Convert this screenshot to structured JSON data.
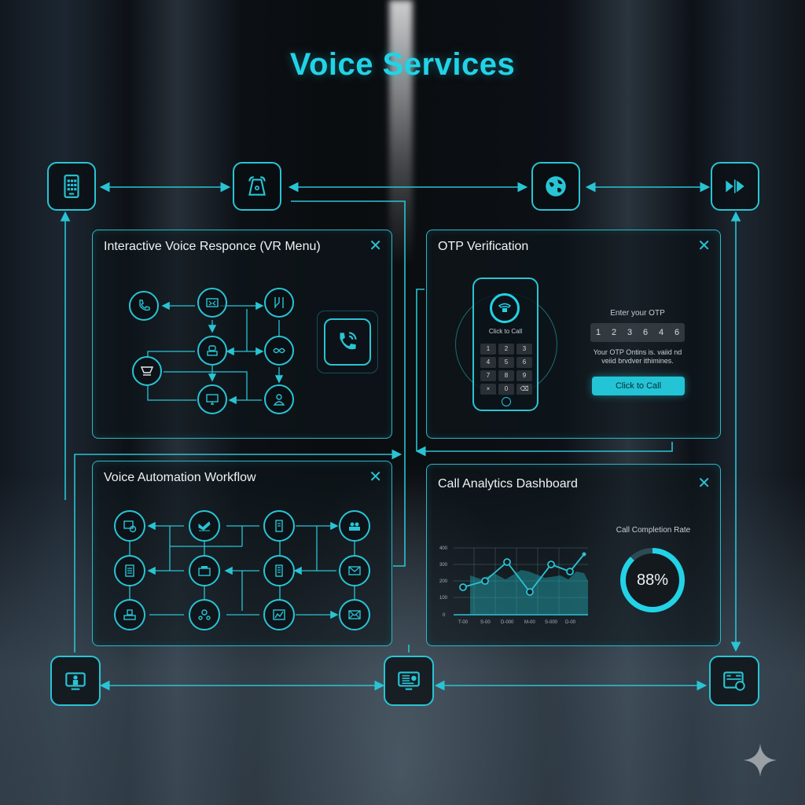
{
  "page": {
    "title": "Voice Services",
    "accent_color": "#22d3e6",
    "border_color": "#29c4d4"
  },
  "top_nodes": [
    {
      "icon": "keypad-phone-icon"
    },
    {
      "icon": "desk-phone-icon"
    },
    {
      "icon": "globe-icon"
    },
    {
      "icon": "fast-forward-icon"
    }
  ],
  "bottom_nodes": [
    {
      "icon": "monitor-agent-icon"
    },
    {
      "icon": "monitor-dashboard-icon"
    },
    {
      "icon": "billing-card-icon"
    }
  ],
  "panels": {
    "ivr": {
      "title": "Interactive Voice Responce (VR Menu)",
      "close_label": "✕",
      "nodes": [
        "phone-call-icon",
        "message-icon",
        "branch-icon",
        "robot-icon",
        "loop-icon",
        "cart-icon",
        "monitor-icon",
        "user-icon"
      ],
      "feature_icon": "phone-ringing-icon"
    },
    "otp": {
      "title": "OTP Verification",
      "close_label": "✕",
      "phone_label": "Click to Call",
      "keypad": [
        "1",
        "2",
        "3",
        "4",
        "5",
        "6",
        "7",
        "8",
        "9",
        "×",
        "0",
        "⌫"
      ],
      "prompt": "Enter your OTP",
      "otp_digits": [
        "1",
        "2",
        "3",
        "6",
        "4",
        "6"
      ],
      "validity_line1": "Your OTP Ontins is. vaiid nd",
      "validity_line2": "veiid brvdver ithimines.",
      "button_label": "Click to Call"
    },
    "workflow": {
      "title": "Voice Automation Workflow",
      "close_label": "✕",
      "nodes": [
        "form-icon",
        "handshake-icon",
        "document-icon",
        "team-icon",
        "list-icon",
        "inbox-icon",
        "file-icon",
        "mail-icon",
        "storefront-icon",
        "connect-icon",
        "analytics-icon",
        "mail-open-icon"
      ]
    },
    "analytics": {
      "title": "Call Analytics Dashboard",
      "close_label": "✕",
      "gauge_label": "Call Completion Rate",
      "gauge_value": "88%"
    }
  },
  "chart_data": {
    "type": "line",
    "title": "",
    "categories": [
      "T-00",
      "S-00",
      "D-000",
      "M-00",
      "S-000",
      "D-00"
    ],
    "series": [
      {
        "name": "calls",
        "values": [
          150,
          185,
          310,
          120,
          295,
          255,
          355
        ]
      },
      {
        "name": "area",
        "values": [
          220,
          200,
          210,
          230,
          215,
          225,
          190
        ]
      }
    ],
    "y_ticks": [
      "0",
      "100",
      "200",
      "300",
      "400"
    ],
    "ylim": [
      0,
      400
    ],
    "grid": true
  }
}
